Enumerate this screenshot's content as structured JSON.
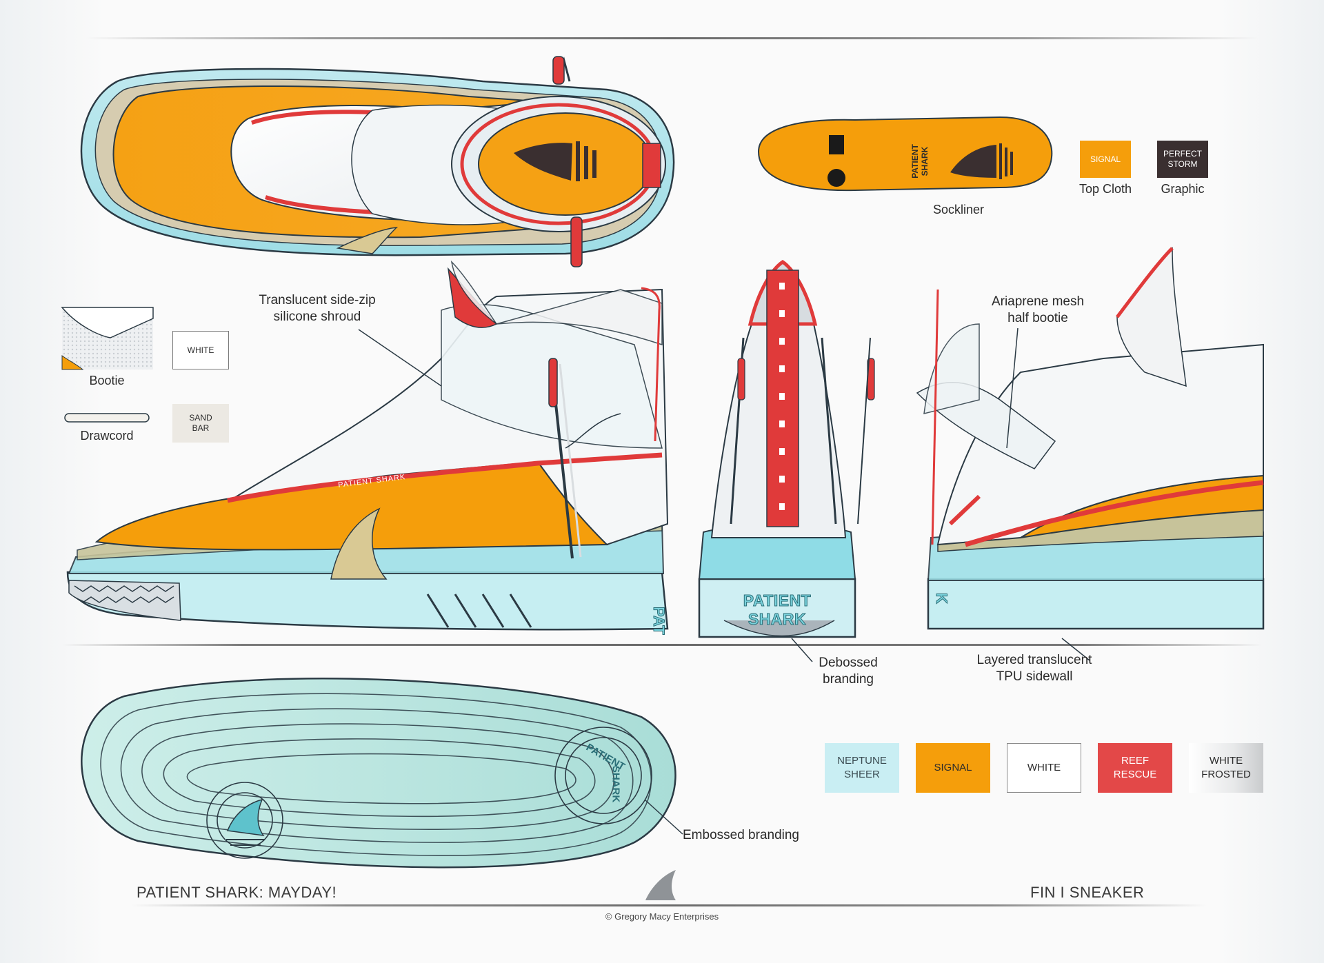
{
  "palette": {
    "signal": "#f59e0b",
    "neptune_sheer": "#c9eef3",
    "white": "#ffffff",
    "reef_rescue": "#e34848",
    "white_frosted": "#e6e7e8",
    "perfect_storm": "#3a2f30",
    "sand_bar": "#ece9e3"
  },
  "sockliner": {
    "label": "Sockliner",
    "brand_text_line1": "PATIENT",
    "brand_text_line2": "SHARK"
  },
  "top_swatches": [
    {
      "name": "SIGNAL",
      "caption": "Top Cloth"
    },
    {
      "name": "PERFECT STORM",
      "caption": "Graphic"
    }
  ],
  "materials": [
    {
      "label": "Bootie",
      "swatch": "WHITE"
    },
    {
      "label": "Drawcord",
      "swatch": "SAND BAR"
    }
  ],
  "callouts": {
    "side_zip": "Translucent side-zip silicone shroud",
    "mesh": "Ariaprene mesh half bootie",
    "debossed": "Debossed branding",
    "sidewall": "Layered translucent TPU sidewall",
    "embossed": "Embossed branding"
  },
  "heel_branding": "PATIENT SHARK",
  "side_branding": "PAT",
  "medial_branding": "K",
  "outsole_branding_1": "PATIENT",
  "outsole_branding_2": "SHARK",
  "collar_tape_text": "PATIENT SHARK",
  "color_swatches": [
    {
      "name": "NEPTUNE SHEER",
      "line1": "NEPTUNE",
      "line2": "SHEER"
    },
    {
      "name": "SIGNAL",
      "line1": "SIGNAL",
      "line2": ""
    },
    {
      "name": "WHITE",
      "line1": "WHITE",
      "line2": ""
    },
    {
      "name": "REEF RESCUE",
      "line1": "REEF",
      "line2": "RESCUE"
    },
    {
      "name": "WHITE FROSTED",
      "line1": "WHITE",
      "line2": "FROSTED"
    }
  ],
  "footer": {
    "left": "PATIENT SHARK:  MAYDAY!",
    "right": "FIN I SNEAKER",
    "copyright": "© Gregory Macy Enterprises"
  },
  "icons": {
    "fin_logo": "shark-fin-logo-icon",
    "sockliner_square": "square-icon",
    "sockliner_circle": "circle-icon"
  }
}
